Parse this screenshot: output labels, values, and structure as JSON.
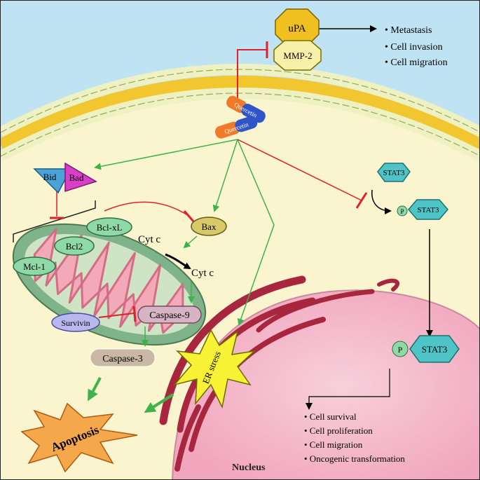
{
  "labels": {
    "upa": "uPA",
    "mmp2": "MMP-2",
    "quercetin_1": "Quercetin",
    "quercetin_2": "Quercetin",
    "bid": "Bid",
    "bad": "Bad",
    "bclxl": "Bcl-xL",
    "bcl2": "Bcl2",
    "mcl1": "Mcl-1",
    "bax": "Bax",
    "cytc_1": "Cyt c",
    "cytc_2": "Cyt c",
    "survivin": "Survivin",
    "caspase9": "Caspase-9",
    "caspase3": "Caspase-3",
    "apoptosis": "Apoptosis",
    "er_stress": "ER stress",
    "stat3_1": "STAT3",
    "stat3_2": "STAT3",
    "stat3_3": "STAT3",
    "p_1": "P",
    "p_2": "P",
    "nucleus": "Nucleus"
  },
  "top_effects": [
    "Metastasis",
    "Cell invasion",
    "Cell migration"
  ],
  "nuclear_effects": [
    "Cell survival",
    "Cell proliferation",
    "Cell migration",
    "Oncogenic transformation"
  ],
  "colors": {
    "sky": "#bfe3f3",
    "cytoplasm": "#fbf5cf",
    "membrane": "#f2c62f",
    "membrane_head": "#eef1c2",
    "nucleus": "#f6bfd0",
    "er": "#a8273f",
    "mito_outer": "#7fb38a",
    "mito_inner": "#f2a9b8",
    "bcl": "#8fd9a6",
    "oct": "#f7f0a8",
    "stat3": "#4ec4c6",
    "inhibit": "#e0202a",
    "activate": "#3fb349",
    "apoptosis": "#f5a74b",
    "er_star": "#f7f233",
    "quercetin_orange": "#f07a2a",
    "quercetin_blue": "#2f55c9"
  }
}
